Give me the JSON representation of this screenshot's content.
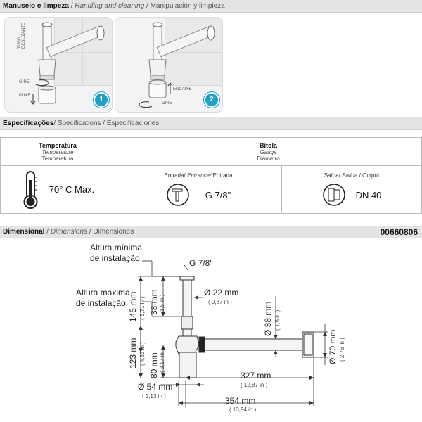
{
  "handling": {
    "title_pt": "Manuseio e limpeza",
    "title_en": "Handling and cleaning",
    "title_es": "Manipulación y limpieza",
    "sep": "/",
    "panel1": {
      "step": "1",
      "tubo": "TUBO DESLIZANTE",
      "gire": "GIRE",
      "puxe": "PUXE"
    },
    "panel2": {
      "step": "2",
      "encaixe": "ENCAIXE",
      "gire": "GIRE"
    }
  },
  "specs": {
    "title_pt": "Especificações",
    "title_en": "Specifications",
    "title_es": "Especificaciones",
    "temperature": {
      "pt": "Temperatura",
      "en": "Temperature",
      "es": "Temperatura",
      "value": "70° C Max."
    },
    "gauge": {
      "pt": "Bitola",
      "en": "Gauge",
      "es": "Diámetro"
    },
    "inlet": {
      "pt": "Entrada/",
      "en": "Entrance/",
      "es": "Entrada",
      "value": "G 7/8\""
    },
    "outlet": {
      "pt": "Saída/",
      "en": "Salida",
      "es": "Output",
      "value": "DN 40"
    }
  },
  "dimensional": {
    "title_pt": "Dimensional",
    "title_en": "Dimensions",
    "title_es": "Dimensiones",
    "code": "00660806",
    "altura_min_1": "Altura mínima",
    "altura_min_2": "de instalação",
    "altura_max_1": "Altura máxima",
    "altura_max_2": "de instalação",
    "g78": "G 7/8\"",
    "d22": "Ø 22 mm",
    "d22_in": "( 0,87 in )",
    "h145": "145 mm",
    "h145_in": "( 5,71 in )",
    "h38": "38 mm",
    "h38_in": "( 1,5 in )",
    "h123": "123 mm",
    "h123_in": "( 4,83 in )",
    "h80": "80 mm",
    "h80_in": "( 3,17 in )",
    "d38": "Ø 38 mm",
    "d38_in": "( 1,5 in )",
    "d70": "Ø 70 mm",
    "d70_in": "( 2,76 in )",
    "w327": "327 mm",
    "w327_in": "( 12,87 in )",
    "d54": "Ø 54 mm",
    "d54_in": "( 2,13 in )",
    "w354": "354 mm",
    "w354_in": "( 13,94 in )"
  },
  "colors": {
    "accent": "#1ea0c8",
    "bar": "#e4e4e4",
    "line": "#333333"
  }
}
